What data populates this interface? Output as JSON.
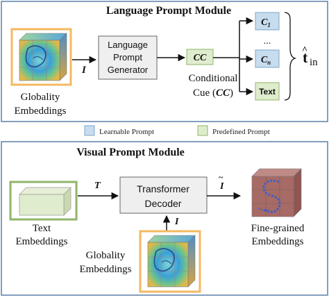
{
  "language_module": {
    "title": "Language Prompt Module",
    "globality_label_line1": "Globality",
    "globality_label_line2": "Embeddings",
    "arrow_in_label": "I",
    "generator_line1": "Language",
    "generator_line2": "Prompt",
    "generator_line3": "Generator",
    "cc_box_label": "CC",
    "cc_caption_line1": "Conditional",
    "cc_caption_line2_prefix": "Cue (",
    "cc_caption_line2_italic": "CC",
    "cc_caption_line2_suffix": ")",
    "prompt_c1_main": "C",
    "prompt_c1_sub": "1",
    "prompt_dots": "...",
    "prompt_cn_main": "C",
    "prompt_cn_sub": "n",
    "prompt_text": "Text",
    "output_main": "t",
    "output_hat": "^",
    "output_sub": "in"
  },
  "legend": {
    "learnable": "Learnable Prompt",
    "predefined": "Predefined Prompt"
  },
  "visual_module": {
    "title": "Visual Prompt Module",
    "text_emb_line1": "Text",
    "text_emb_line2": "Embeddings",
    "arrow_t_label": "T",
    "decoder_line1": "Transformer",
    "decoder_line2": "Decoder",
    "arrow_i_label": "I",
    "arrow_itilde_main": "I",
    "arrow_itilde_mark": "~",
    "fine_line1": "Fine-grained",
    "fine_line2": "Embeddings",
    "globality_line1": "Globality",
    "globality_line2": "Embeddings"
  },
  "colors": {
    "panel_border": "#5a7ea8",
    "learnable_fill": "#c7dcee",
    "learnable_stroke": "#7ea6c9",
    "predefined_fill": "#dfeccd",
    "predefined_stroke": "#8fb56a",
    "orange_frame": "#f4b860",
    "gray_box": "#efefef"
  }
}
